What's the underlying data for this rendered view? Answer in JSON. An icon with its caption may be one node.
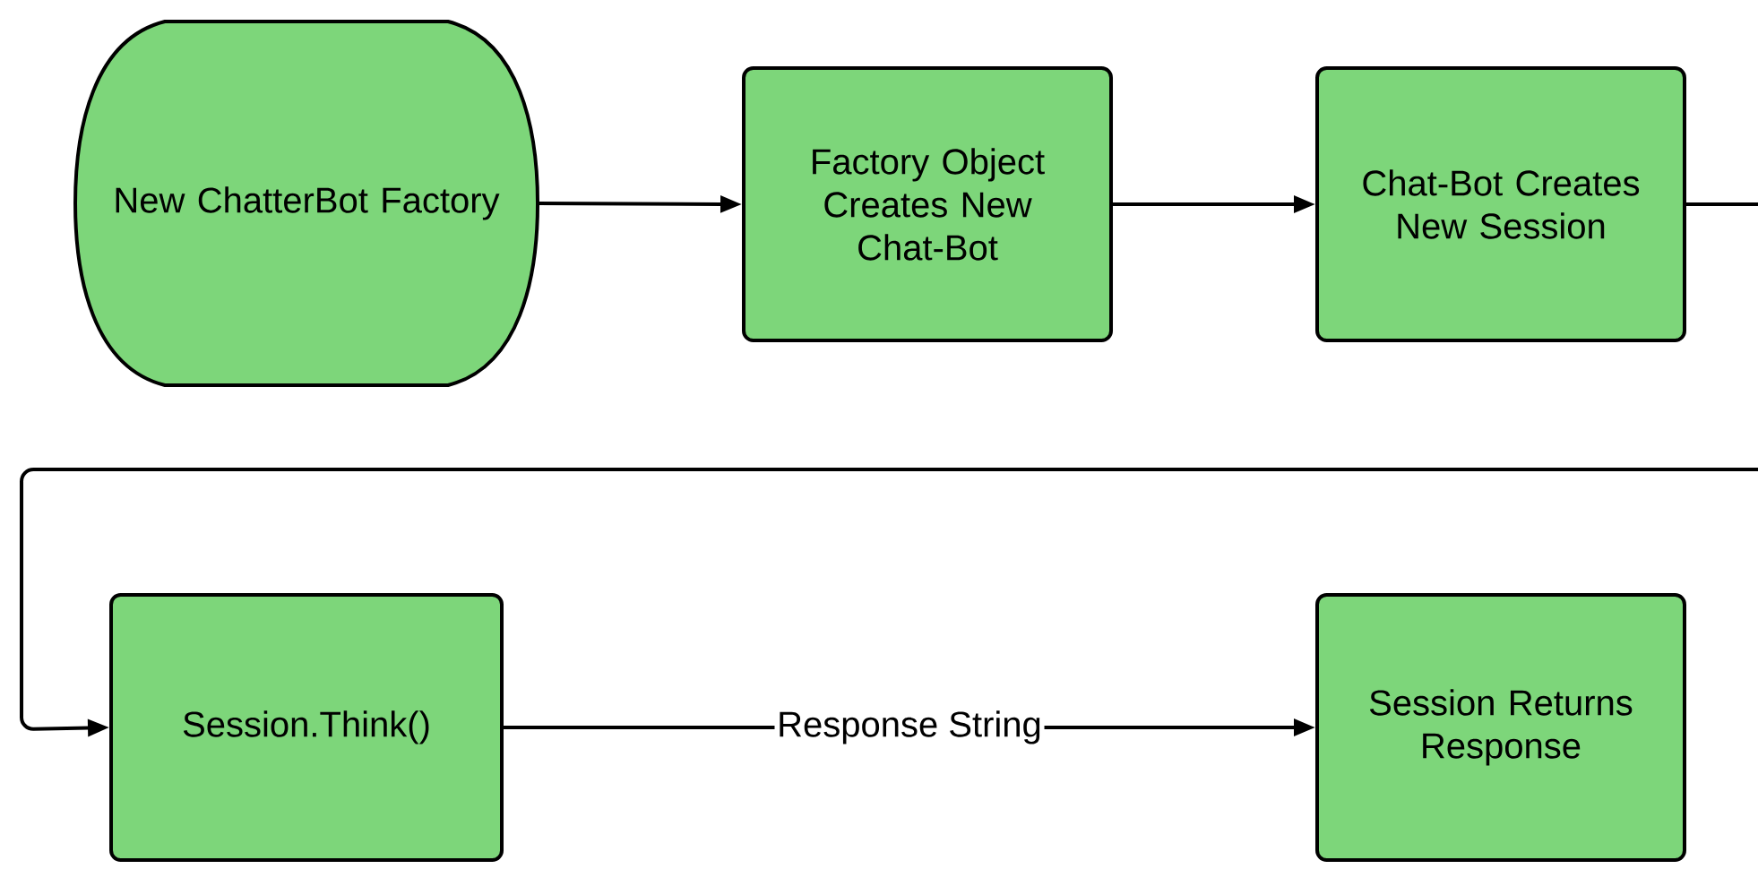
{
  "diagram": {
    "nodes": [
      {
        "text": [
          "New ChatterBot Factory"
        ]
      },
      {
        "text": [
          "Factory Object Creates New Chat-Bot"
        ]
      },
      {
        "text": [
          "Chat-Bot Creates New Session"
        ]
      },
      {
        "text": [
          "Session.Think()"
        ]
      },
      {
        "text": [
          "Session Returns Response"
        ]
      }
    ],
    "edges": [
      {
        "from": 0,
        "to": 1,
        "arrow": "to"
      },
      {
        "from": 1,
        "to": 2,
        "arrow": "to"
      },
      {
        "from": 2,
        "to": 3,
        "arrow": "to"
      },
      {
        "from": 3,
        "to": 4,
        "arrow": "to",
        "label": "Response String"
      }
    ]
  }
}
